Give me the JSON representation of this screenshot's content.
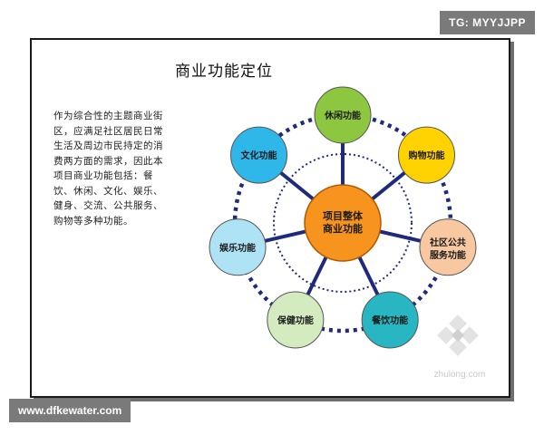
{
  "watermark_top": "TG: MYYJJPP",
  "watermark_bottom": "www.dfkewater.com",
  "slide": {
    "title": "商业功能定位",
    "body": "作为综合性的主题商业街区，应满足社区居民日常生活及周边市民持定的消费两方面的需求，因此本项目商业功能包括：餐饮、休闲、文化、娱乐、健身、交流、公共服务、购物等多种功能。",
    "logo_text": "zhulong.com"
  },
  "diagram": {
    "center": {
      "line1": "项目整体",
      "line2": "商业功能",
      "color": "#f7941d"
    },
    "nodes": [
      {
        "id": "leisure",
        "line1": "休闲功能",
        "line2": "",
        "color": "#8dc63f"
      },
      {
        "id": "shopping",
        "line1": "购物功能",
        "line2": "",
        "color": "#ffd200"
      },
      {
        "id": "community",
        "line1": "社区公共",
        "line2": "服务功能",
        "color": "#f8c9a0"
      },
      {
        "id": "dining",
        "line1": "餐饮功能",
        "line2": "",
        "color": "#28b6c2"
      },
      {
        "id": "fitness",
        "line1": "保健功能",
        "line2": "",
        "color": "#d4ebc0"
      },
      {
        "id": "entertainment",
        "line1": "娱乐功能",
        "line2": "",
        "color": "#aee3f5"
      },
      {
        "id": "culture",
        "line1": "文化功能",
        "line2": "",
        "color": "#2fb7ea"
      }
    ],
    "line_color": "#1f2a7a"
  }
}
